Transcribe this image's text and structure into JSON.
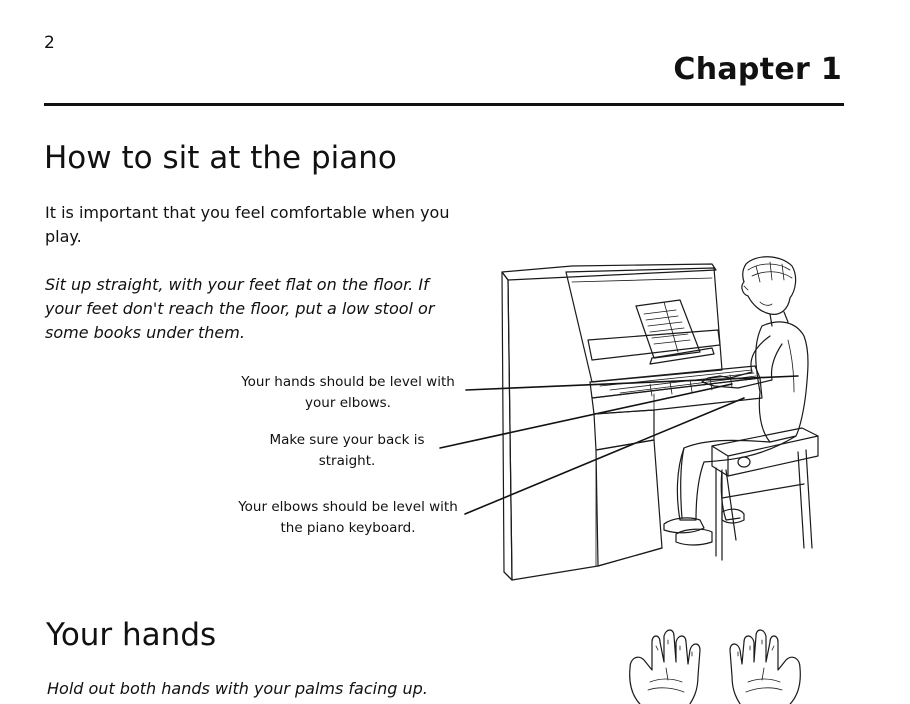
{
  "page": {
    "number": "2",
    "chapter": "Chapter 1"
  },
  "section1": {
    "heading": "How to sit at the piano",
    "intro": "It is important that you feel comfortable when you play.",
    "instruction": "Sit up straight, with your feet flat on the floor. If your feet don't reach the floor, put a low stool or some books under them.",
    "callouts": [
      "Your hands should be level with your elbows.",
      "Make sure your back is straight.",
      "Your elbows should be level with the piano keyboard."
    ]
  },
  "section2": {
    "heading": "Your hands",
    "instruction": "Hold out both hands with your palms facing up."
  },
  "illustrations": {
    "piano_scene": "boy-at-piano-illustration",
    "hands": "open-hands-illustration"
  }
}
